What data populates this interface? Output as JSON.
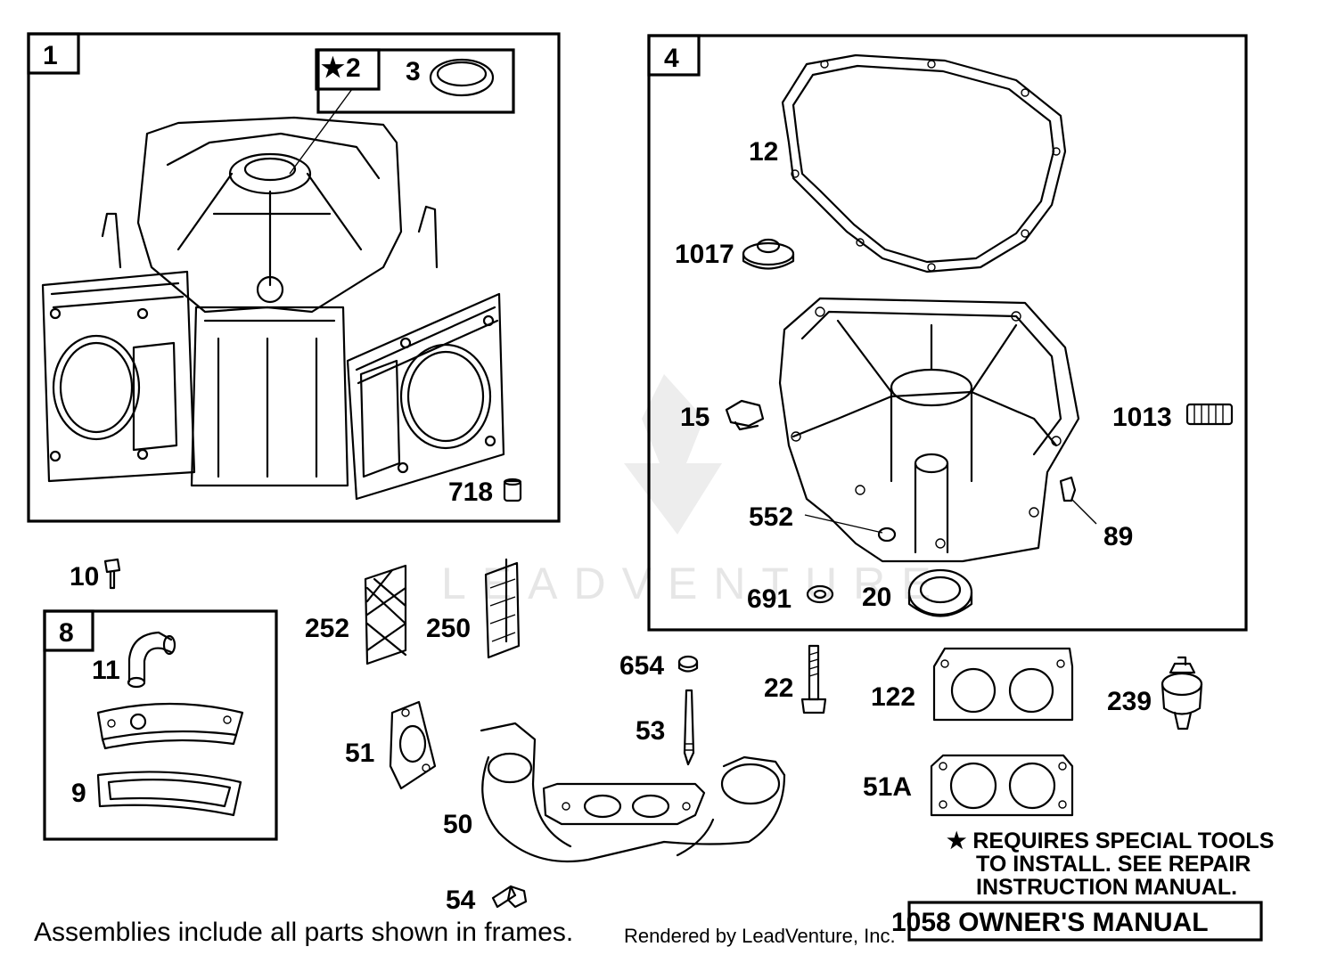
{
  "labels": {
    "frame1": "1",
    "p2": "2",
    "star": "★",
    "p3": "3",
    "p718": "718",
    "frame4": "4",
    "p12": "12",
    "p1017": "1017",
    "p15": "15",
    "p1013": "1013",
    "p552": "552",
    "p89": "89",
    "p691": "691",
    "p20": "20",
    "p10": "10",
    "frame8": "8",
    "p11": "11",
    "p9": "9",
    "p252": "252",
    "p250": "250",
    "p654": "654",
    "p53": "53",
    "p22": "22",
    "p122": "122",
    "p239": "239",
    "p51": "51",
    "p50": "50",
    "p51a": "51A",
    "p54": "54"
  },
  "notes": {
    "special_tools_1": "★ REQUIRES SPECIAL TOOLS",
    "special_tools_2": "TO INSTALL.  SEE REPAIR",
    "special_tools_3": "INSTRUCTION MANUAL.",
    "owners_manual": "1058 OWNER'S MANUAL",
    "assemblies": "Assemblies include all parts shown in frames.",
    "rendered_by": "Rendered by LeadVenture, Inc."
  },
  "watermark": "LEADVENTURE"
}
